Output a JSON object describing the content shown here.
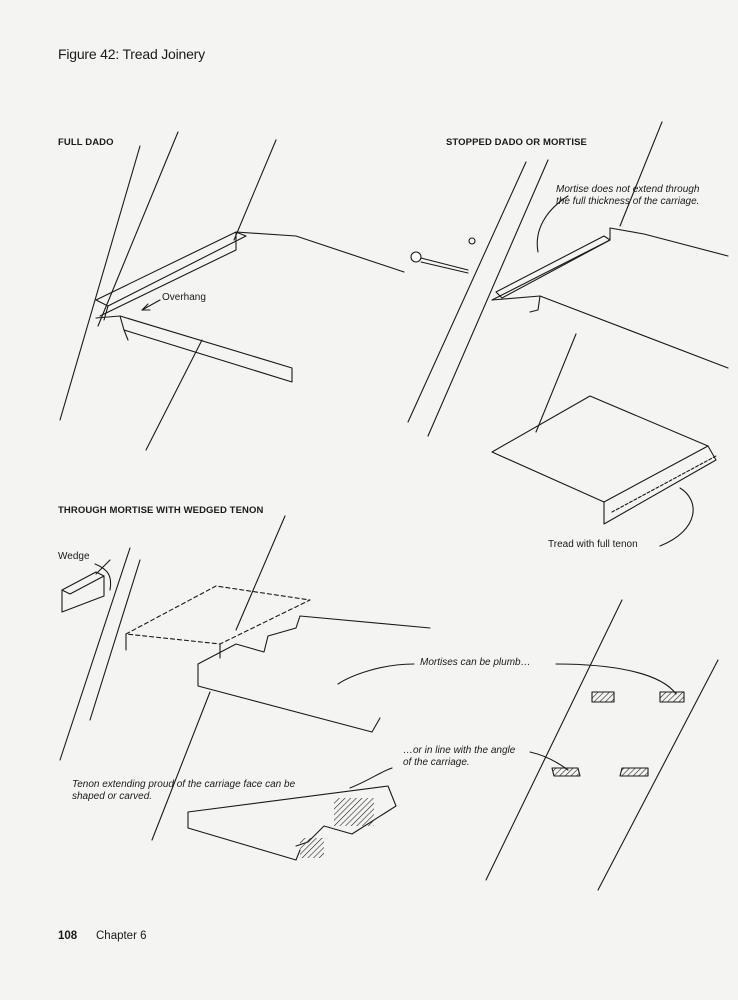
{
  "figure": {
    "title": "Figure 42: Tread Joinery"
  },
  "sections": {
    "full_dado": {
      "label": "FULL DADO",
      "callouts": {
        "overhang": "Overhang"
      }
    },
    "stopped_dado": {
      "label": "STOPPED DADO OR MORTISE",
      "callouts": {
        "mortise_line1": "Mortise does not extend through",
        "mortise_line2": "the full thickness of the carriage.",
        "tread_full_tenon": "Tread with full tenon"
      }
    },
    "through_mortise": {
      "label": "THROUGH MORTISE WITH WEDGED TENON",
      "callouts": {
        "wedge": "Wedge",
        "plumb": "Mortises can be plumb…",
        "inline_line1": "…or in line with the angle",
        "inline_line2": "of the carriage.",
        "tenon_line1": "Tenon extending proud of the carriage face can be",
        "tenon_line2": "shaped or carved."
      }
    }
  },
  "footer": {
    "page_number": "108",
    "chapter": "Chapter 6"
  }
}
